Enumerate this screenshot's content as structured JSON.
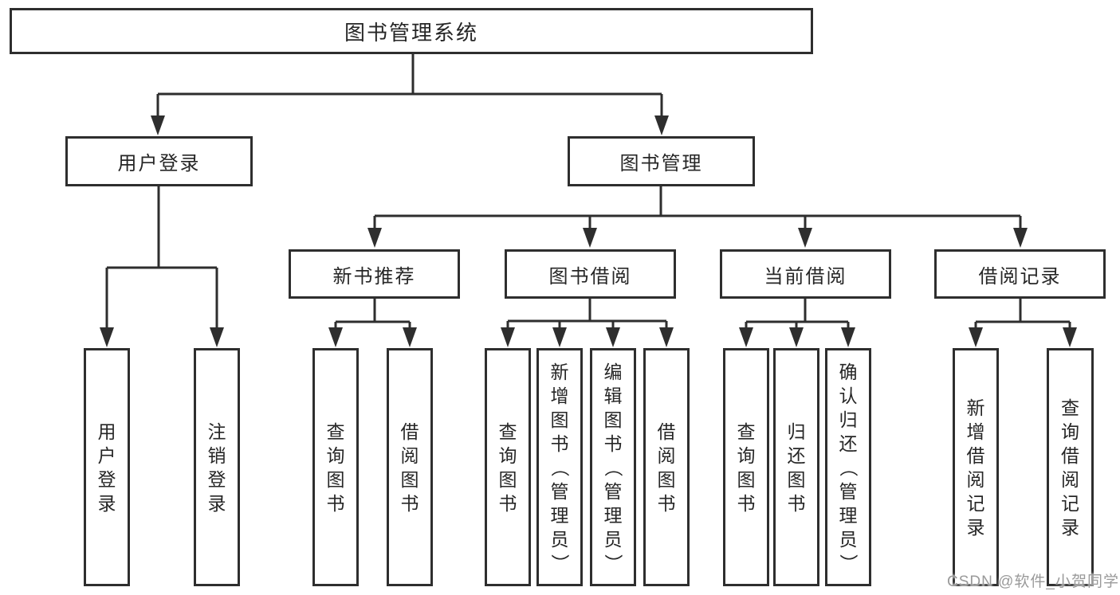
{
  "diagram_title": "图书管理系统",
  "tree": {
    "root": {
      "label": "图书管理系统"
    },
    "branches": [
      {
        "label": "用户登录",
        "children": [
          "用户登录",
          "注销登录"
        ]
      },
      {
        "label": "图书管理",
        "children": [
          {
            "label": "新书推荐",
            "children": [
              "查询图书",
              "借阅图书"
            ]
          },
          {
            "label": "图书借阅",
            "children": [
              "查询图书",
              "新增图书（管理员）",
              "编辑图书（管理员）",
              "借阅图书"
            ]
          },
          {
            "label": "当前借阅",
            "children": [
              "查询图书",
              "归还图书",
              "确认归还（管理员）"
            ]
          },
          {
            "label": "借阅记录",
            "children": [
              "新增借阅记录",
              "查询借阅记录"
            ]
          }
        ]
      }
    ]
  },
  "watermark": {
    "text": "CSDN @软件_小贺同学"
  },
  "colors": {
    "line": "#2e2e2e",
    "border": "#2e2e2e",
    "text": "#262626",
    "watermark": "#9a9a9a",
    "background": "#ffffff"
  }
}
